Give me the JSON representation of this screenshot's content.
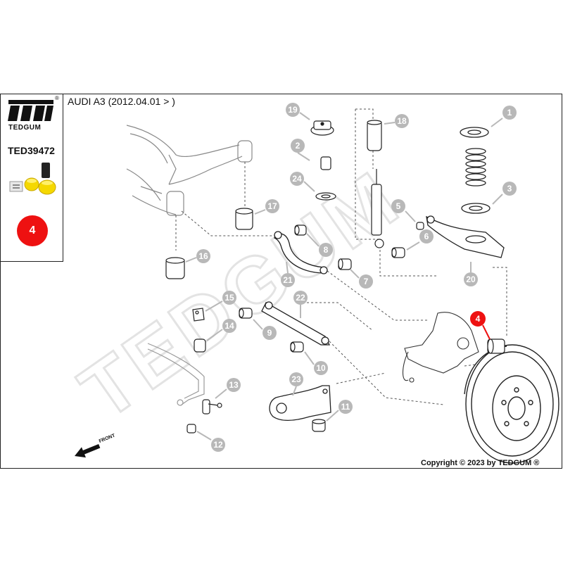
{
  "header": {
    "brand": "TEDGUM",
    "registered_mark": "®",
    "vehicle": "AUDI A3 (2012.04.01 > )",
    "part_number": "TED39472"
  },
  "highlight": {
    "number": "4",
    "color": "#ee1111"
  },
  "watermark": "TEDGUM",
  "front_label": "FRONT",
  "copyright": "Copyright © 2023 by TEDGUM ®",
  "callouts": {
    "c1": "1",
    "c2": "2",
    "c3": "3",
    "c4": "4",
    "c5": "5",
    "c6": "6",
    "c7": "7",
    "c8": "8",
    "c9": "9",
    "c10": "10",
    "c11": "11",
    "c12": "12",
    "c13": "13",
    "c14": "14",
    "c15": "15",
    "c16": "16",
    "c17": "17",
    "c18": "18",
    "c19": "19",
    "c20": "20",
    "c21": "21",
    "c22": "22",
    "c23": "23",
    "c24": "24"
  },
  "colors": {
    "callout": "#b8b8b8",
    "bushing": "#f5d800",
    "line": "#222222"
  }
}
